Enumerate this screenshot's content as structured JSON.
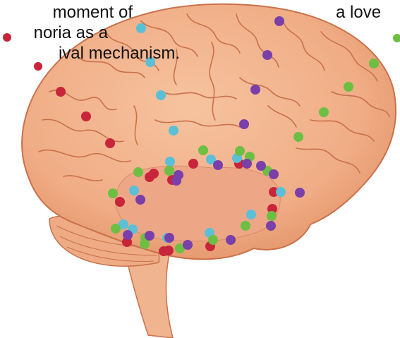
{
  "captions": {
    "left": {
      "line1": "moment of",
      "line2": "noria as a",
      "line3": "ival mechanism."
    },
    "right": {
      "line1": "a love"
    }
  },
  "image": {
    "subject": "brain",
    "colors": {
      "brain_fill": "#f3b68e",
      "brain_shade": "#e6956d",
      "fold_lines": "#c9714b",
      "center_patch": "#eea988"
    },
    "marker_groups": {
      "red": {
        "color": "#c8243a",
        "dot_count": 15
      },
      "teal": {
        "color": "#5bbfd6",
        "dot_count": 14
      },
      "green": {
        "color": "#6cbf42",
        "dot_count": 18
      },
      "purple": {
        "color": "#7a3fa8",
        "dot_count": 18
      }
    }
  }
}
